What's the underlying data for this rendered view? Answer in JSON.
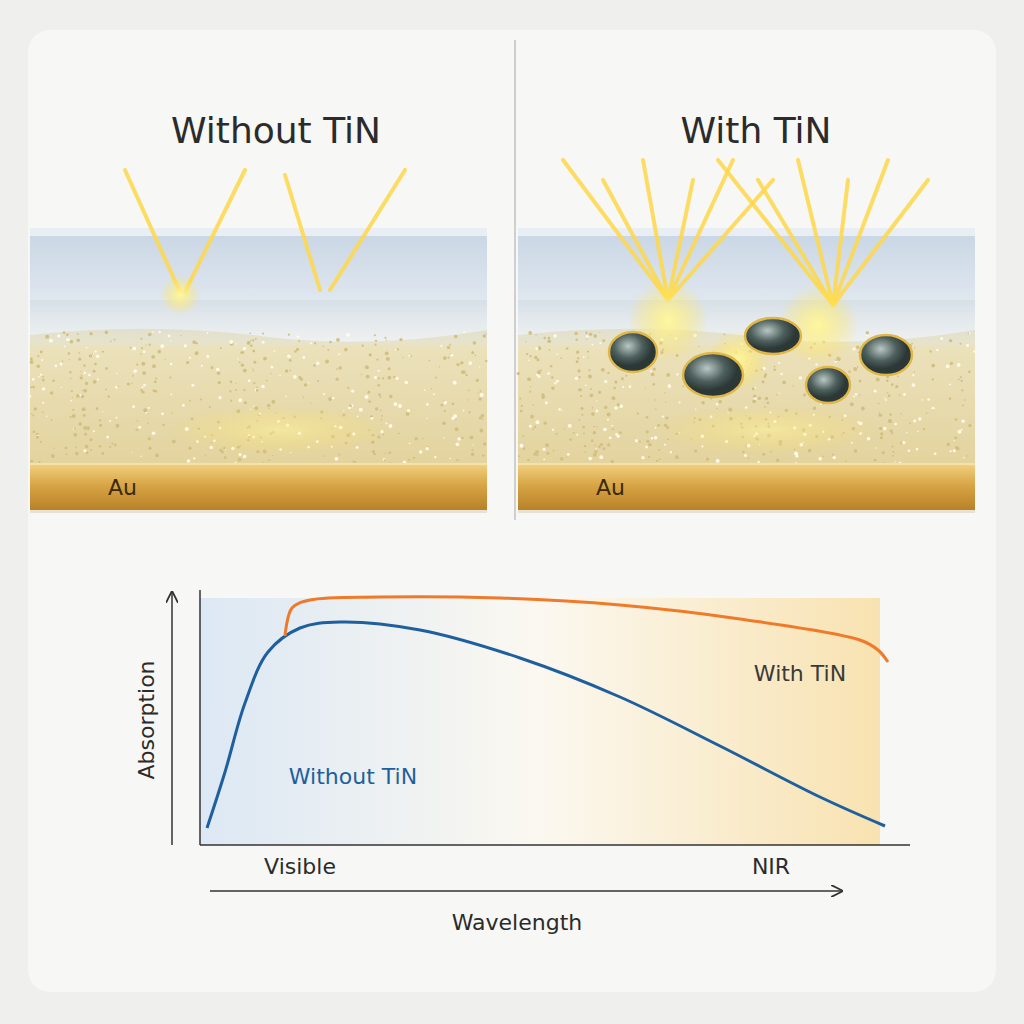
{
  "diagram": {
    "nodes": [
      {
        "text": [
          "Au"
        ]
      },
      {
        "text": [
          "Au"
        ]
      }
    ],
    "labels": [
      "Without TiN",
      "With TiN",
      "With TiN",
      "Without TiN",
      "Absorption",
      "Visible",
      "NIR",
      "Wavelength"
    ]
  }
}
